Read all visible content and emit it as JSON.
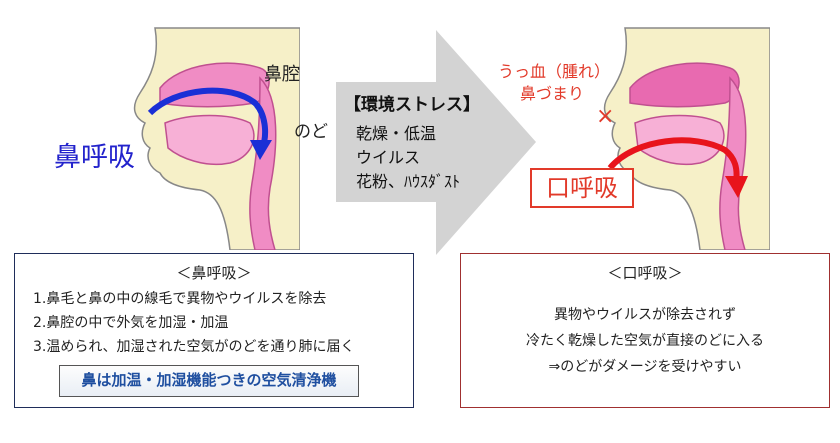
{
  "diagram": {
    "nose_breathing_label": "鼻呼吸",
    "nasal_cavity_label": "鼻腔",
    "throat_label": "のど",
    "congestion_label_line1": "うっ血（腫れ）",
    "congestion_label_line2": "鼻づまり",
    "mouth_breathing_label": "口呼吸",
    "block_mark": "×",
    "stress": {
      "title": "【環境ストレス】",
      "items": [
        "乾燥・低温",
        "ウイルス",
        "花粉、ﾊｳｽﾀﾞｽﾄ"
      ]
    }
  },
  "nose_box": {
    "title": "＜鼻呼吸＞",
    "items": [
      "1.鼻毛と鼻の中の線毛で異物やウイルスを除去",
      "2.鼻腔の中で外気を加湿・加温",
      "3.温められ、加湿された空気がのどを通り肺に届く"
    ],
    "summary": "鼻は加温・加湿機能つきの空気清浄機"
  },
  "mouth_box": {
    "title": "＜口呼吸＞",
    "lines": [
      "異物やウイルスが除去されず",
      "冷たく乾燥した空気が直接のどに入る",
      "⇒のどがダメージを受けやすい"
    ]
  },
  "colors": {
    "nose_arrow": "#1a2fd6",
    "mouth_arrow": "#e8141c",
    "tissue_pink": "#f08cc4",
    "skin": "#f6f0c8",
    "nose_box_border": "#1f2d5a",
    "mouth_box_border": "#a03030"
  }
}
